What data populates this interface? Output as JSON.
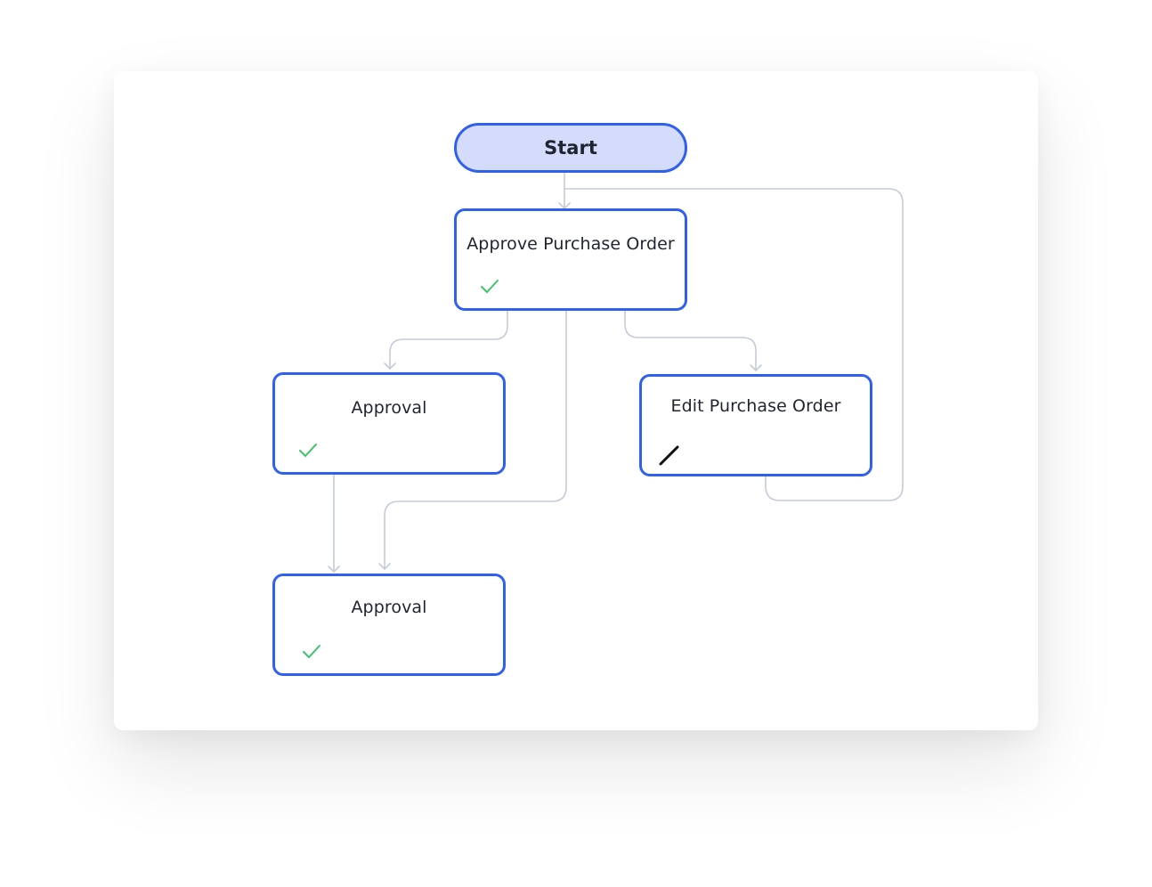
{
  "diagram": {
    "start_label": "Start",
    "nodes": [
      {
        "id": "approve-po",
        "label": "Approve Purchase Order",
        "status_icon": "check-icon"
      },
      {
        "id": "approval-1",
        "label": "Approval",
        "status_icon": "check-icon"
      },
      {
        "id": "edit-po",
        "label": "Edit Purchase Order",
        "status_icon": "pencil-icon"
      },
      {
        "id": "approval-2",
        "label": "Approval",
        "status_icon": "check-icon"
      }
    ],
    "colors": {
      "node_border": "#3060ee",
      "start_fill": "#d5dcfb",
      "connector": "#c5ccd8",
      "check": "#3cc46a",
      "pencil": "#111111"
    }
  }
}
